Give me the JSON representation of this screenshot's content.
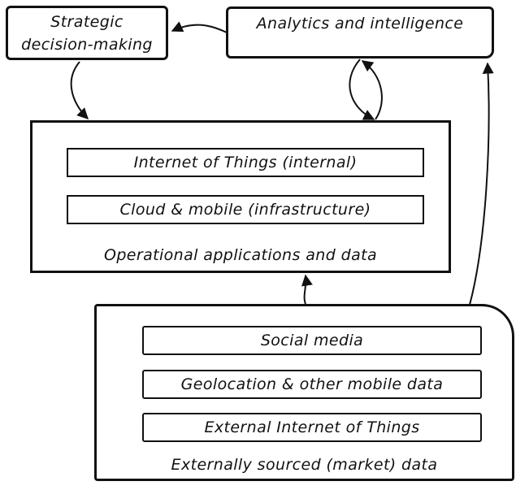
{
  "strategic": {
    "line1": "Strategic",
    "line2": "decision-making"
  },
  "analytics": {
    "label": "Analytics and intelligence"
  },
  "operational": {
    "caption": "Operational applications and data",
    "items": [
      "Internet of Things (internal)",
      "Cloud & mobile (infrastructure)"
    ]
  },
  "external": {
    "caption": "Externally sourced (market) data",
    "items": [
      "Social media",
      "Geolocation & other mobile data",
      "External Internet of Things"
    ]
  }
}
